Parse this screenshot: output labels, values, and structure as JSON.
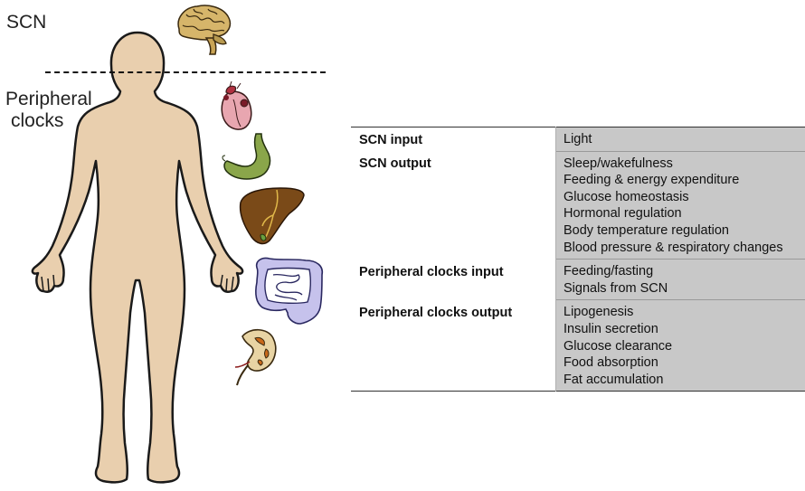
{
  "labels": {
    "scn": "SCN",
    "peripheral_line1": "Peripheral",
    "peripheral_line2": "clocks"
  },
  "organ_icons": [
    "brain-icon",
    "heart-icon",
    "stomach-icon",
    "liver-icon",
    "intestine-icon",
    "kidney-icon"
  ],
  "colors": {
    "body_fill": "#e9cfae",
    "body_stroke": "#1a1a1a",
    "table_value_bg": "#c8c8c8"
  },
  "table": {
    "rows": [
      {
        "key": "SCN input",
        "values": [
          "Light"
        ]
      },
      {
        "key": "SCN output",
        "values": [
          "Sleep/wakefulness",
          "Feeding & energy expenditure",
          "Glucose homeostasis",
          "Hormonal regulation",
          "Body temperature regulation",
          "Blood pressure & respiratory changes"
        ]
      },
      {
        "key": "Peripheral clocks input",
        "values": [
          "Feeding/fasting",
          "Signals from SCN"
        ]
      },
      {
        "key": "Peripheral clocks output",
        "values": [
          "Lipogenesis",
          "Insulin secretion",
          "Glucose clearance",
          "Food absorption",
          "Fat accumulation"
        ]
      }
    ]
  }
}
